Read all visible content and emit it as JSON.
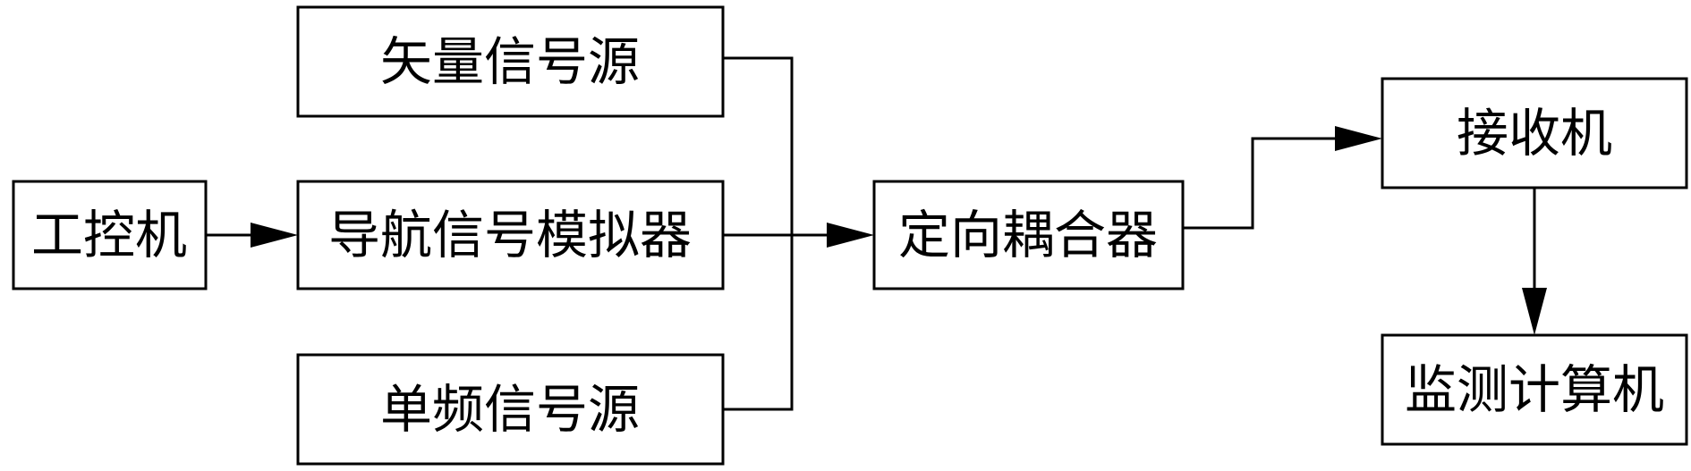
{
  "diagram": {
    "nodes": {
      "industrial_pc": "工控机",
      "vector_signal_source": "矢量信号源",
      "navigation_signal_simulator": "导航信号模拟器",
      "single_frequency_signal_source": "单频信号源",
      "directional_coupler": "定向耦合器",
      "receiver": "接收机",
      "monitoring_computer": "监测计算机"
    },
    "edges": [
      {
        "from": "industrial_pc",
        "to": "navigation_signal_simulator"
      },
      {
        "from": "vector_signal_source",
        "to": "directional_coupler"
      },
      {
        "from": "navigation_signal_simulator",
        "to": "directional_coupler"
      },
      {
        "from": "single_frequency_signal_source",
        "to": "directional_coupler"
      },
      {
        "from": "directional_coupler",
        "to": "receiver"
      },
      {
        "from": "receiver",
        "to": "monitoring_computer"
      }
    ]
  }
}
